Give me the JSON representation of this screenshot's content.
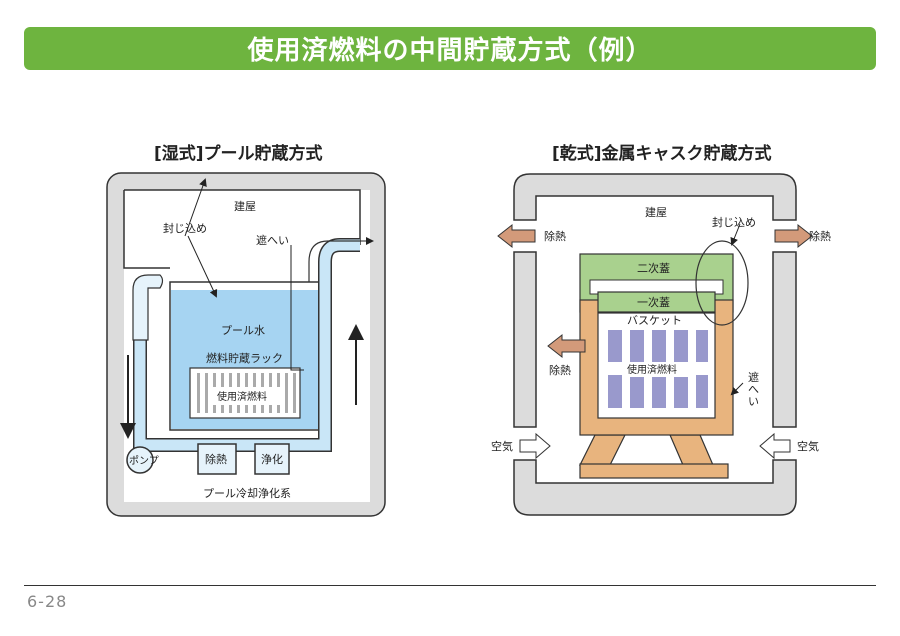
{
  "title": "使用済燃料の中間貯蔵方式（例）",
  "wet": {
    "heading": "[湿式]プール貯蔵方式",
    "building": "建屋",
    "seal": "封じ込め",
    "shield": "遮へい",
    "pool_water": "プール水",
    "rack": "燃料貯蔵ラック",
    "fuel": "使用済燃料",
    "pump": "ポンプ",
    "heat_removal": "除熱",
    "purify": "浄化",
    "cleanup_system": "プール冷却浄化系"
  },
  "dry": {
    "heading": "[乾式]金属キャスク貯蔵方式",
    "building": "建屋",
    "seal": "封じ込め",
    "heat_removal_left": "除熱",
    "heat_removal_right": "除熱",
    "heat_removal_cask": "除熱",
    "secondary_lid": "二次蓋",
    "primary_lid": "一次蓋",
    "basket": "バスケット",
    "fuel": "使用済燃料",
    "shield_v1": "遮",
    "shield_v2": "へ",
    "shield_v3": "い",
    "air_left": "空気",
    "air_right": "空気"
  },
  "page_number": "6-28",
  "colors": {
    "title_bar": "#6eb43f",
    "wall": "#dcdcdc",
    "water": "#a6d4f2",
    "lid": "#a9d18e",
    "cask": "#e8b47e",
    "fuel_rods": "#9999cc",
    "arrow_heat": "#d39a7a"
  }
}
